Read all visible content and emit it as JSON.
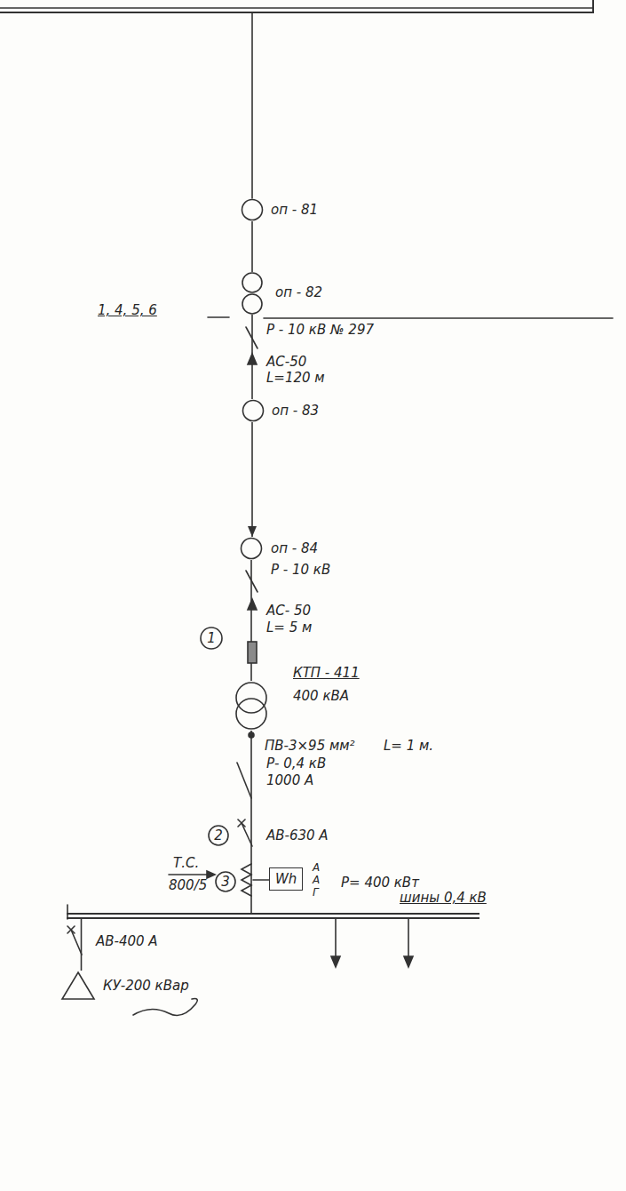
{
  "diagram": {
    "nodes": [
      {
        "text": [
          "оп - 81"
        ]
      },
      {
        "text": [
          "оп - 82"
        ]
      },
      {
        "text": [
          "оп - 83"
        ]
      },
      {
        "text": [
          "оп - 84"
        ]
      },
      {
        "text": [
          "КТП - 411",
          "400 кВА"
        ]
      },
      {
        "text": [
          "Wh"
        ]
      },
      {
        "text": [
          "шины 0,4 кВ"
        ]
      },
      {
        "text": [
          "КУ-200 кВар"
        ]
      }
    ],
    "edges": [
      {
        "from": 0,
        "to": 1,
        "arrow": "none"
      },
      {
        "from": 1,
        "to": 2,
        "arrow": "none"
      },
      {
        "from": 2,
        "to": 3,
        "arrow": "to"
      },
      {
        "from": 3,
        "to": 4,
        "arrow": "none"
      },
      {
        "from": 4,
        "to": 6,
        "arrow": "none"
      },
      {
        "from": 6,
        "to": 7,
        "arrow": "none"
      }
    ],
    "labels": [
      "1, 4, 5, 6",
      "Р - 10 кВ № 297",
      "АС-50",
      "L=120 м",
      "Р - 10 кВ",
      "АС- 50",
      "L= 5 м",
      "1",
      "ПВ-3×95 мм²",
      "L= 1 м.",
      "Р- 0,4 кВ",
      "1000 А",
      "2",
      "АВ-630 А",
      "Т.С.",
      "800/5",
      "3",
      "А",
      "А",
      "Г",
      "Р= 400 кВт",
      "АВ-400 А"
    ]
  }
}
